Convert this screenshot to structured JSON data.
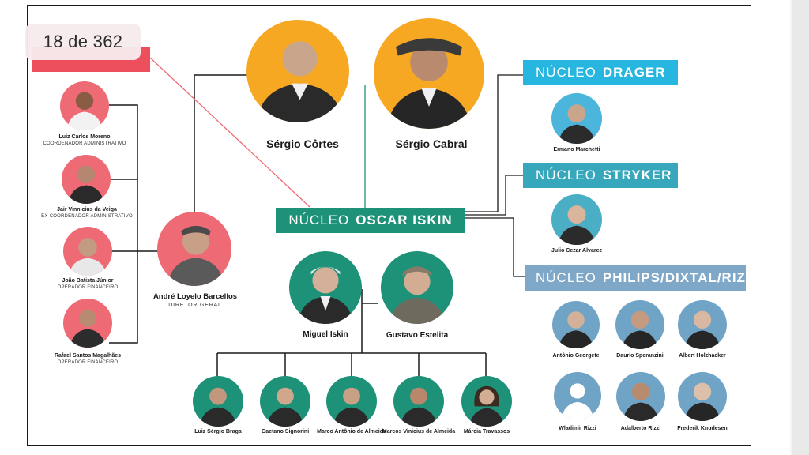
{
  "page_counter": "18 de 362",
  "colors": {
    "red": "#ee6a74",
    "tag_red": "#ee4f5c",
    "green": "#1e9278",
    "orange": "#f7a823",
    "blue": "#6fa4c7",
    "cyan": "#27b6df",
    "teal": "#37a7bc",
    "steel": "#7ea7c8"
  },
  "top": {
    "left": {
      "name": "Sérgio Côrtes"
    },
    "right": {
      "name": "Sérgio Cabral"
    }
  },
  "central": {
    "prefix": "NÚCLEO",
    "name": "OSCAR ISKIN"
  },
  "groups": {
    "drager": {
      "prefix": "NÚCLEO",
      "name": "DRAGER",
      "members": [
        {
          "name": "Ermano Marchetti"
        }
      ]
    },
    "stryker": {
      "prefix": "NÚCLEO",
      "name": "STRYKER",
      "members": [
        {
          "name": "Julio Cezar Alvarez"
        }
      ]
    },
    "philips": {
      "prefix": "NÚCLEO",
      "name": "PHILIPS/DIXTAL/RIZZI",
      "members": [
        {
          "name": "Antônio Georgete"
        },
        {
          "name": "Daurio Speranzini"
        },
        {
          "name": "Albert Holzhacker"
        },
        {
          "name": "Wladimir Rizzi"
        },
        {
          "name": "Adalberto Rizzi"
        },
        {
          "name": "Frederik Knudesen"
        }
      ]
    }
  },
  "left_group": {
    "members": [
      {
        "name": "Luiz Carlos Moreno",
        "role": "COORDENADOR ADMINISTRATIVO"
      },
      {
        "name": "Jair Vinnicius da Veiga",
        "role": "EX-COORDENADOR ADMINISTRATIVO"
      },
      {
        "name": "João Batista Júnior",
        "role": "OPERADOR FINANCEIRO"
      },
      {
        "name": "Rafael Santos Magalhães",
        "role": "OPERADOR FINANCEIRO"
      }
    ],
    "leader": {
      "name": "André Loyelo Barcellos",
      "role": "DIRETOR GERAL"
    }
  },
  "iskin_group": {
    "leaders": [
      {
        "name": "Miguel Iskin"
      },
      {
        "name": "Gustavo Estelita"
      }
    ],
    "members": [
      {
        "name": "Luiz Sérgio Braga"
      },
      {
        "name": "Gaetano Signorini"
      },
      {
        "name": "Marco Antônio de Almeida"
      },
      {
        "name": "Marcos Vinicius de Almeida"
      },
      {
        "name": "Márcia Travassos"
      }
    ]
  }
}
